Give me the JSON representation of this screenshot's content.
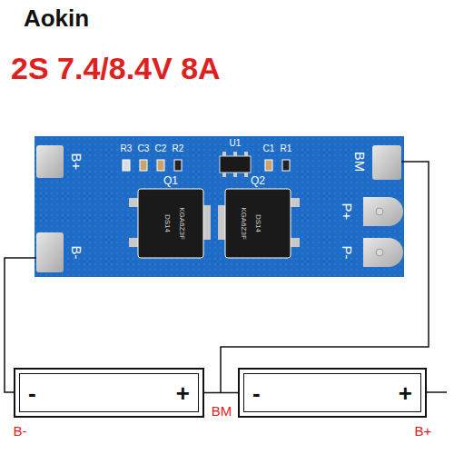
{
  "diagram": {
    "title": "2S 7.4/8.4V 8A",
    "nodes": [
      {
        "text": [
          "-",
          "+"
        ]
      },
      {
        "text": [
          "-",
          "+"
        ]
      }
    ],
    "edges": [
      {
        "from": 0,
        "to": 1,
        "arrow": "none"
      }
    ],
    "labels": [
      "Aokin",
      "B+",
      "B-",
      "R3",
      "C3",
      "C2",
      "R2",
      "U1",
      "C1",
      "R1",
      "BM",
      "Q1",
      "Q2",
      "P+",
      "P-",
      "KGA6Z3F",
      "DS14",
      "DS14",
      "KGA6Z3F",
      "B-",
      "BM",
      "B+"
    ]
  }
}
